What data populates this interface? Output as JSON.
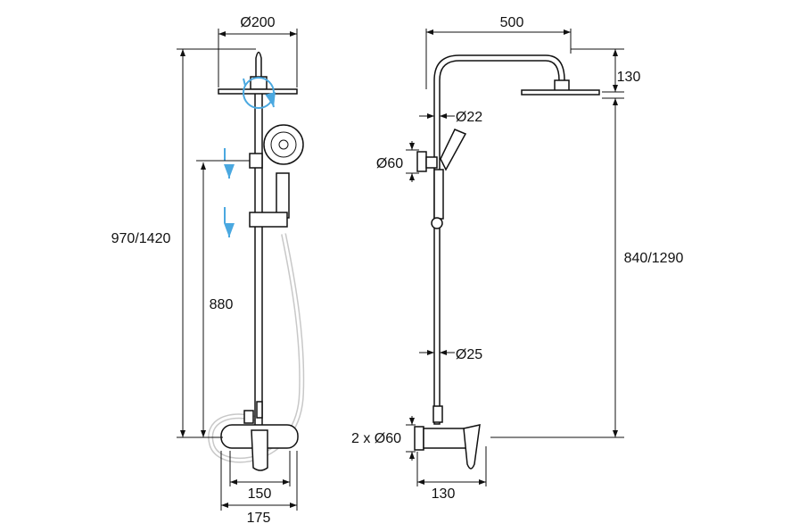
{
  "title": "Shower column technical drawing",
  "front_view": {
    "head_diameter": "Ø200",
    "total_height": "970/1420",
    "slider_height": "880",
    "mixer_spacing": "150",
    "mixer_width": "175"
  },
  "side_view": {
    "arm_length": "500",
    "head_drop": "130",
    "pipe_diameter_top": "Ø22",
    "wall_bracket": "Ø60",
    "head_height": "840/1290",
    "pipe_diameter_bottom": "Ø25",
    "mixer_escutcheons": "2 x Ø60",
    "mixer_depth": "130"
  },
  "colors": {
    "line": "#111111",
    "hose": "#c8c8c8",
    "arrow": "#4aa8e0"
  }
}
